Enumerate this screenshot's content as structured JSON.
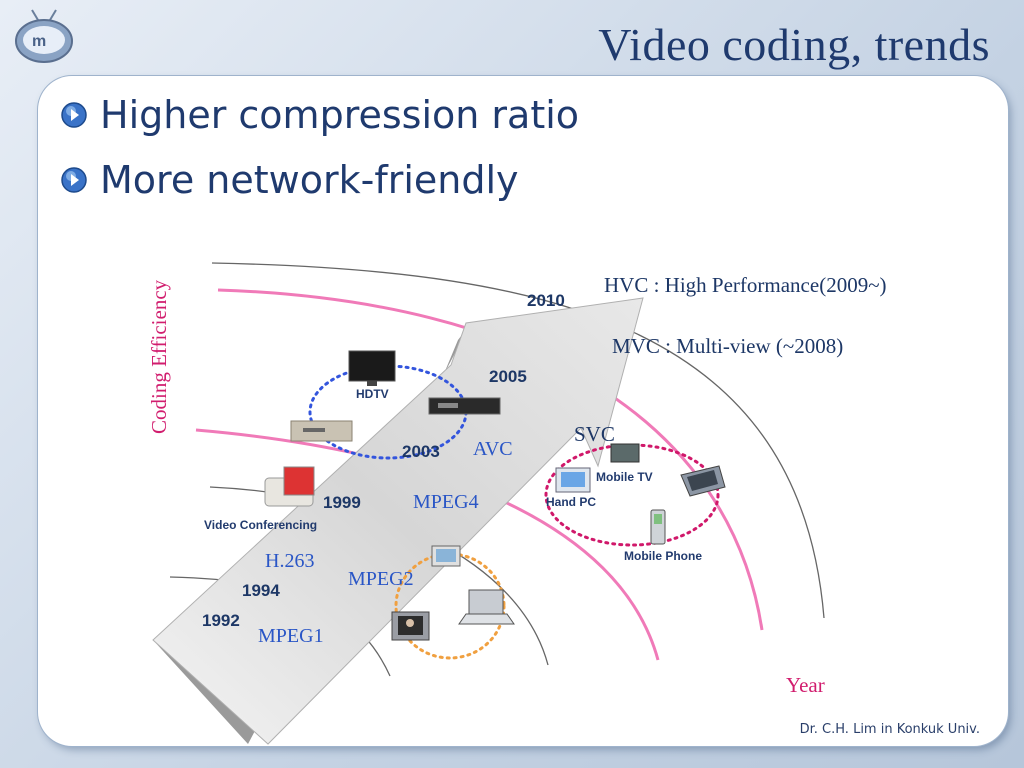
{
  "slide": {
    "title": "Video coding, trends",
    "bullets": [
      "Higher compression ratio",
      "More network-friendly"
    ],
    "credit": "Dr. C.H. Lim in Konkuk Univ."
  },
  "diagram": {
    "y_axis_label": "Coding Efficiency",
    "x_axis_label": "Year",
    "years": [
      "2010",
      "2005",
      "2003",
      "1999",
      "1994",
      "1992"
    ],
    "standards": {
      "avc": "AVC",
      "mpeg4": "MPEG4",
      "h263": "H.263",
      "mpeg2": "MPEG2",
      "mpeg1": "MPEG1",
      "svc": "SVC"
    },
    "notes": {
      "hvc": "HVC : High Performance(2009~)",
      "mvc": "MVC : Multi-view (~2008)"
    },
    "devices": {
      "hdtv": "HDTV",
      "video_conf": "Video Conferencing",
      "mobile_tv": "Mobile TV",
      "hand_pc": "Hand PC",
      "mobile_phone": "Mobile Phone"
    },
    "colors": {
      "curve_gray": "#555555",
      "curve_pink": "#f07ab8",
      "arrow": "#d8d8d8",
      "blue_dots": "#3355dd",
      "magenta_dots": "#d0186a",
      "orange_dots": "#f0a040"
    }
  }
}
